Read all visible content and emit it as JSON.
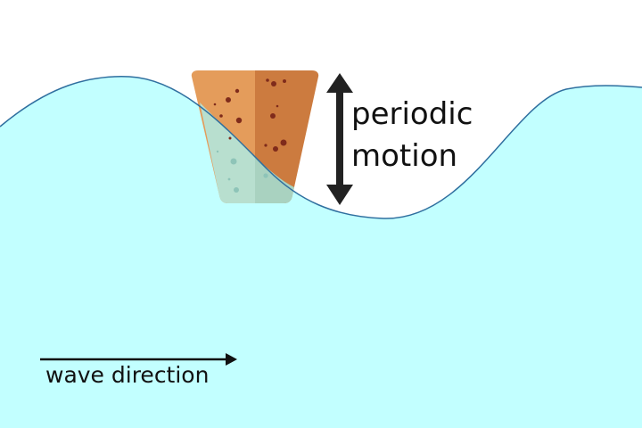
{
  "labels": {
    "motion_line_1": "periodic",
    "motion_line_2": "motion",
    "wave_direction": "wave direction"
  },
  "colors": {
    "background": "#ffffff",
    "water": "#c2ffff",
    "wave_line": "#2f6f9f",
    "cork_left": "#e49c5b",
    "cork_right": "#cc7b3f",
    "cork_spots": "#7f2b1b",
    "cork_submerged_left": "#b8dfcf",
    "cork_submerged_right": "#a9d2c0",
    "arrow": "#222222"
  },
  "icons": {
    "motion_arrow": "double-headed-vertical-arrow",
    "direction_arrow": "right-arrow"
  }
}
